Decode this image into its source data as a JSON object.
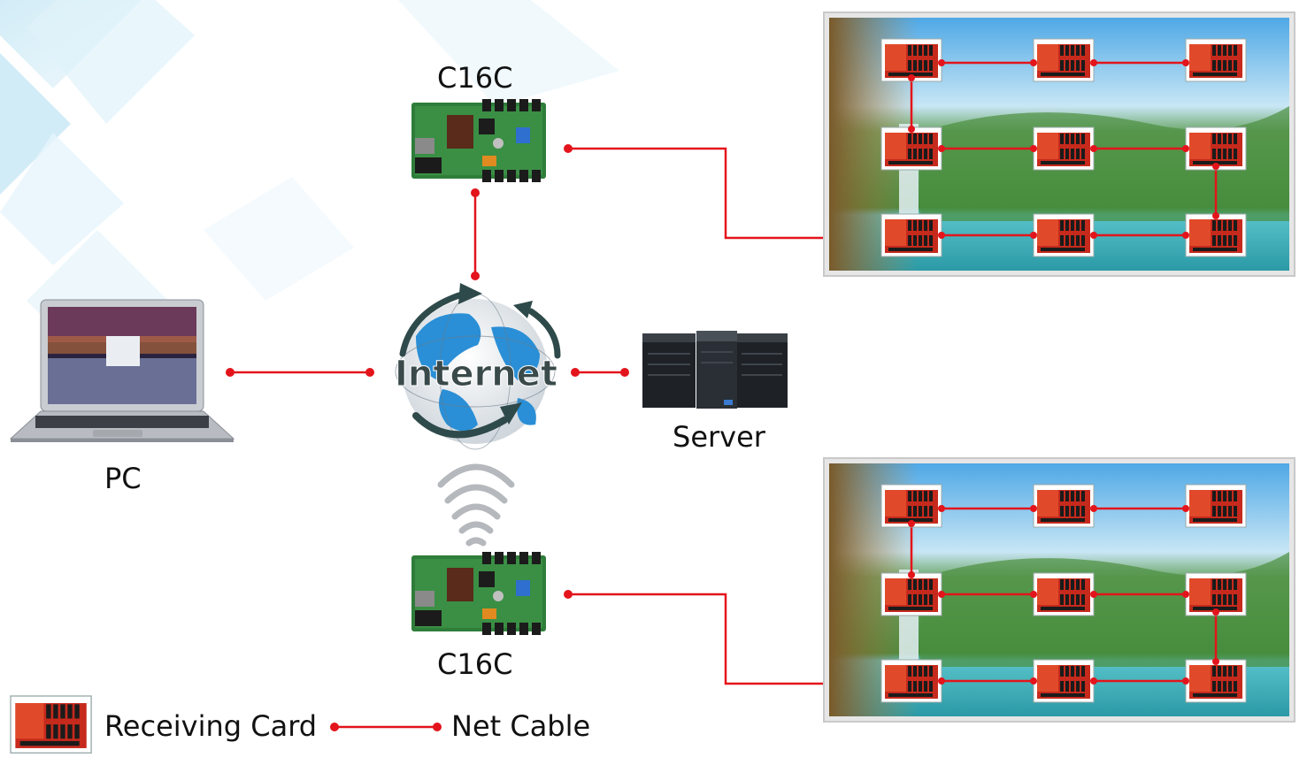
{
  "nodes": {
    "top_controller": {
      "label": "C16C"
    },
    "bottom_controller": {
      "label": "C16C"
    },
    "pc": {
      "label": "PC"
    },
    "internet": {
      "label": "Internet"
    },
    "server": {
      "label": "Server"
    }
  },
  "legend": {
    "receiving_card": "Receiving Card",
    "net_cable": "Net Cable"
  },
  "colors": {
    "cable": "#e3141b",
    "card_red": "#d42a1e",
    "board_green": "#2f7d3a",
    "globe_blue": "#2a8fd6",
    "frame": "#c9c9c9"
  },
  "icons": {
    "pc": "laptop-icon",
    "server": "server-tower-icon",
    "internet": "globe-icon",
    "wireless": "wifi-signal-icon",
    "controller": "circuit-board-icon",
    "receiving_card": "receiving-card-icon"
  }
}
